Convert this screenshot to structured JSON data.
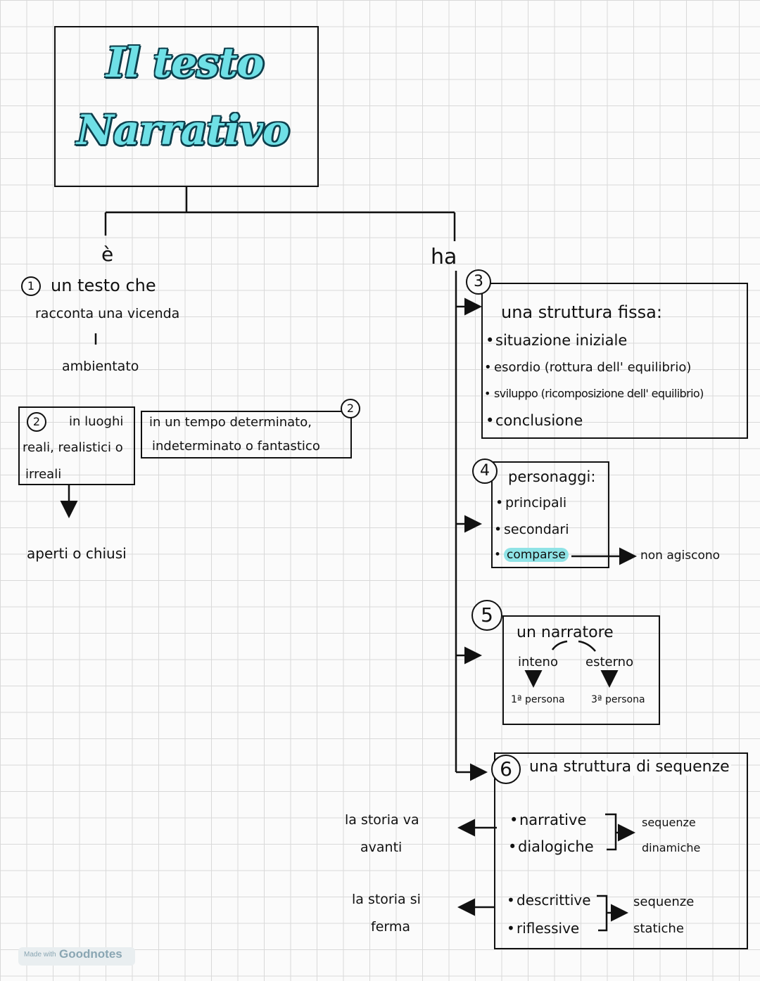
{
  "title": {
    "line1": "Il testo",
    "line2": "Narrativo"
  },
  "branches": {
    "left_label": "è",
    "right_label": "ha"
  },
  "left": {
    "item1_num": "1",
    "item1_line1": "un testo che",
    "item1_line2": "racconta una vicenda",
    "item1_line3": "ambientato",
    "place_num": "2",
    "place_text_line1": "in luoghi",
    "place_text_line2": "reali, realistici o",
    "place_text_line3": "irreali",
    "time_num": "2",
    "time_text_line1": "in un tempo determinato,",
    "time_text_line2": "indeterminato o fantastico",
    "places_result": "aperti o chiusi"
  },
  "structure": {
    "num": "3",
    "heading": "una struttura fissa:",
    "items": [
      "situazione iniziale",
      "esordio (rottura dell' equilibrio)",
      "sviluppo (ricomposizione dell' equilibrio)",
      "conclusione"
    ]
  },
  "characters": {
    "num": "4",
    "heading": "personaggi:",
    "items": [
      "principali",
      "secondari",
      "comparse"
    ],
    "note": "non agiscono"
  },
  "narrator": {
    "num": "5",
    "heading": "un narratore",
    "internal": "inteno",
    "external": "esterno",
    "internal_person": "1ª persona",
    "external_person": "3ª persona"
  },
  "sequences": {
    "num": "6",
    "heading": "una struttura di sequenze",
    "dynamic_items": [
      "narrative",
      "dialogiche"
    ],
    "dynamic_label_line1": "sequenze",
    "dynamic_label_line2": "dinamiche",
    "static_items": [
      "descrittive",
      "riflessive"
    ],
    "static_label_line1": "sequenze",
    "static_label_line2": "statiche",
    "story_moves_line1": "la storia va",
    "story_moves_line2": "avanti",
    "story_stops_line1": "la storia si",
    "story_stops_line2": "ferma"
  },
  "watermark": {
    "made_with": "Made with",
    "brand": "Goodnotes"
  },
  "colors": {
    "title_fill": "#6fe0e6",
    "title_outline": "#0d3f4c",
    "highlight": "#8fe3e6",
    "ink": "#111111",
    "grid": "#d9d9d9"
  }
}
